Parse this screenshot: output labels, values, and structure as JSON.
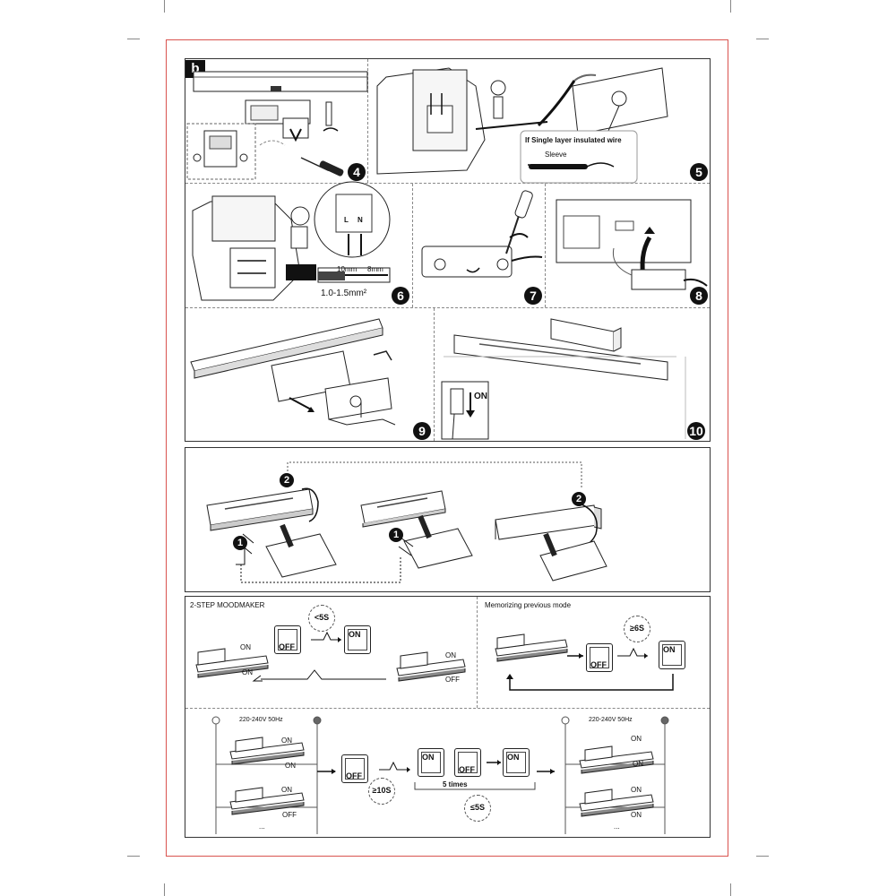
{
  "section_label": "b",
  "steps": {
    "s4": "4",
    "s5": "5",
    "s6": "6",
    "s7": "7",
    "s8": "8",
    "s9": "9",
    "s10": "10"
  },
  "panel5": {
    "note": "If Single layer insulated wire",
    "sleeve": "Sleeve"
  },
  "panel6": {
    "L": "L",
    "N": "N",
    "len1": "10mm",
    "len2": "8mm",
    "gauge": "1.0-1.5mm²"
  },
  "panel10": {
    "on": "ON"
  },
  "rotation": {
    "n1a": "1",
    "n2a": "2",
    "n1b": "1",
    "n2b": "2"
  },
  "moodmaker": {
    "title": "2-STEP MOODMAKER",
    "timer": "<5S",
    "on1": "ON",
    "off1": "OFF",
    "on2": "ON",
    "lamp_on": "ON",
    "lamp_on2": "ON",
    "lamp2_on": "ON",
    "lamp2_off": "OFF"
  },
  "memorize": {
    "title": "Memorizing previous mode",
    "timer": "≥6S",
    "off": "OFF",
    "on": "ON"
  },
  "reset": {
    "voltage_left": "220-240V 50Hz",
    "voltage_right": "220-240V 50Hz",
    "l_on1": "ON",
    "l_on2": "ON",
    "l_on3": "ON",
    "l_off3": "OFF",
    "r_on1": "ON",
    "r_on2": "ON",
    "r_on3": "ON",
    "r_on4": "ON",
    "ellipsis_left": "...",
    "ellipsis_right": "...",
    "sw_off": "OFF",
    "timer1": "≥10S",
    "seq_on1": "ON",
    "seq_off": "OFF",
    "seq_on2": "ON",
    "times": "5 times",
    "timer2": "≤5S"
  },
  "colors": {
    "frame": "#d9534f",
    "ink": "#111111"
  }
}
